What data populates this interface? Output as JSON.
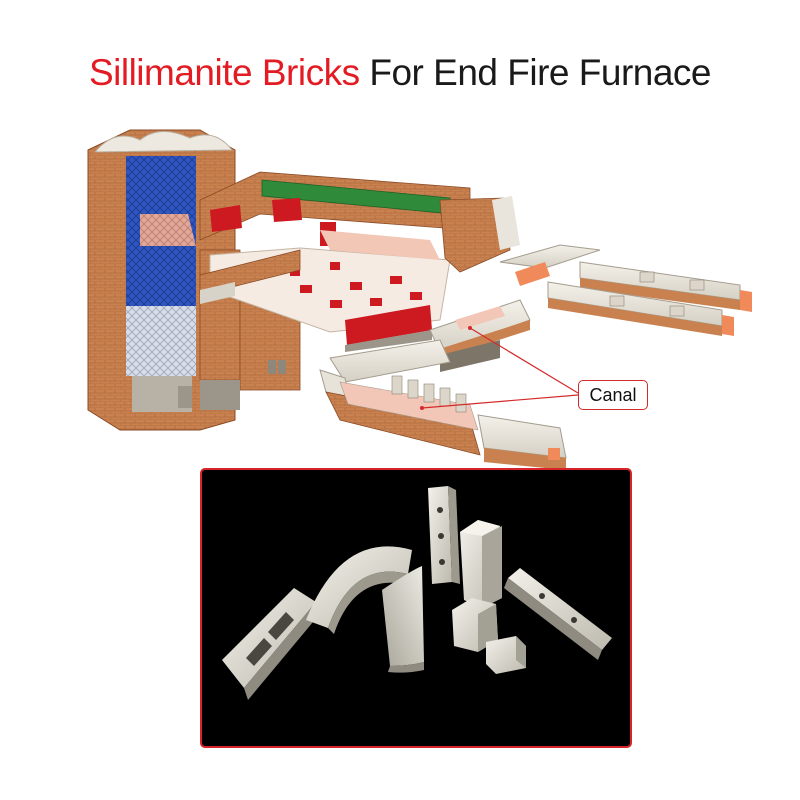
{
  "title": {
    "highlight": "Sillimanite Bricks",
    "rest": "For End Fire Furnace"
  },
  "callout": {
    "label": "Canal"
  },
  "colors": {
    "title_red": "#e31b23",
    "title_black": "#1a1a1a",
    "callout_border": "#d42a2a",
    "photo_border": "#d8232a",
    "photo_bg": "#000000",
    "brick": "#c87f4f",
    "regenerator_blue": "#2a4fb8",
    "crown_green": "#2f8a3a",
    "port_red": "#cc1a20"
  }
}
